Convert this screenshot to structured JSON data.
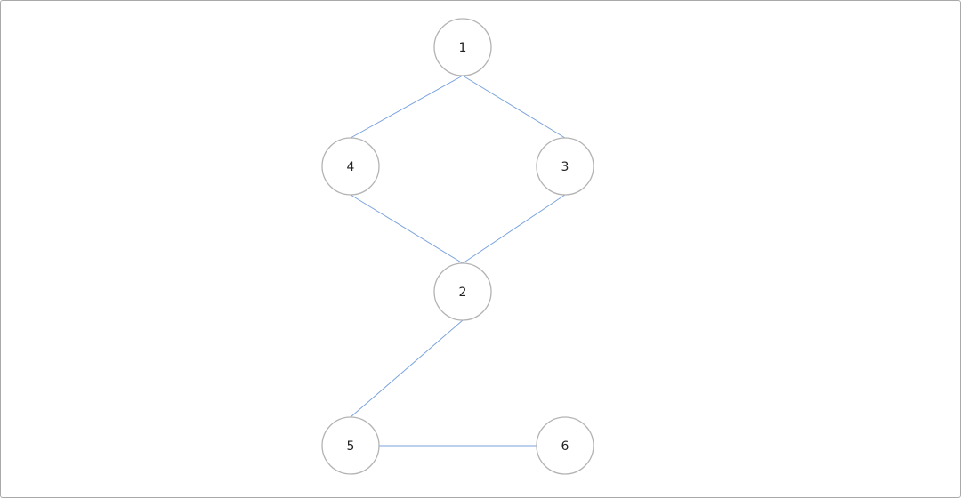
{
  "graph": {
    "nodes": [
      {
        "id": "1",
        "label": "1"
      },
      {
        "id": "4",
        "label": "4"
      },
      {
        "id": "3",
        "label": "3"
      },
      {
        "id": "2",
        "label": "2"
      },
      {
        "id": "5",
        "label": "5"
      },
      {
        "id": "6",
        "label": "6"
      }
    ],
    "edges": [
      {
        "from": "1",
        "to": "4"
      },
      {
        "from": "1",
        "to": "3"
      },
      {
        "from": "4",
        "to": "2"
      },
      {
        "from": "3",
        "to": "2"
      },
      {
        "from": "2",
        "to": "5"
      },
      {
        "from": "5",
        "to": "6"
      }
    ],
    "colors": {
      "edge": "#7ba3dc",
      "node_border": "#b3b3b3",
      "node_fill": "#ffffff",
      "label": "#222222",
      "frame_border": "#a9a9a9"
    }
  }
}
